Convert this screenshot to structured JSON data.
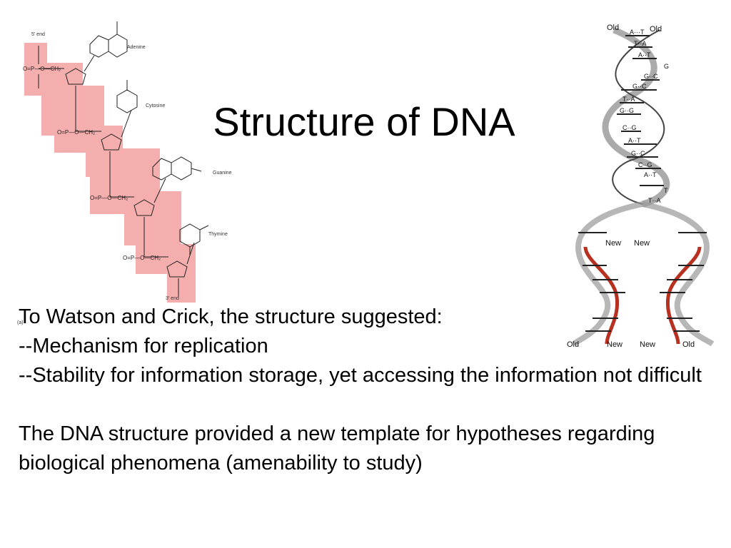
{
  "slide": {
    "title": "Structure of DNA",
    "body": {
      "line1": "To Watson and Crick, the structure suggested:",
      "line2": "--Mechanism for replication",
      "line3": "--Stability for information storage, yet accessing the information not difficult",
      "line4": "The DNA structure provided a new template for hypotheses regarding biological phenomena (amenability to study)"
    }
  },
  "chem_figure": {
    "five_prime_label": "5' end",
    "three_prime_label": "3' end",
    "panel_label": "(a)",
    "bases": [
      "Adenine",
      "Cytosine",
      "Guanine",
      "Thymine"
    ],
    "highlight_color": "#f2a0a0"
  },
  "helix_figure": {
    "top_left_label": "Old",
    "top_right_label": "Old",
    "mid_left_label": "New",
    "mid_right_label": "New",
    "bottom_labels": [
      "Old",
      "New",
      "New",
      "Old"
    ],
    "pairs_top": [
      "A···T",
      "T··A",
      "A··T",
      "G",
      "G··C",
      "G··C",
      "T··A",
      "G··G",
      "C··G",
      "A··T",
      "G··C",
      "C··G",
      "A··T",
      "T",
      "T··A"
    ],
    "new_strand_color": "#b83020",
    "old_strand_color": "#9a9a9a"
  }
}
